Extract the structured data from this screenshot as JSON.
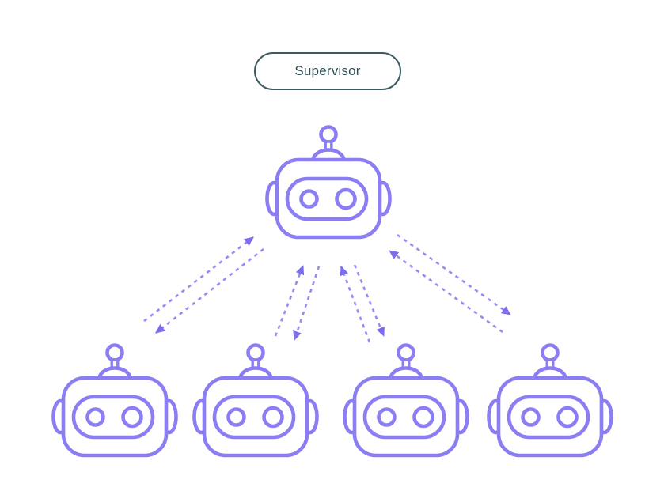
{
  "diagram": {
    "supervisor_label": "Supervisor",
    "nodes": {
      "supervisor": {
        "id": "supervisor",
        "label": "Supervisor",
        "icon": "robot-icon"
      },
      "workers": [
        {
          "id": "worker-1",
          "icon": "robot-icon"
        },
        {
          "id": "worker-2",
          "icon": "robot-icon"
        },
        {
          "id": "worker-3",
          "icon": "robot-icon"
        },
        {
          "id": "worker-4",
          "icon": "robot-icon"
        }
      ]
    },
    "edges": [
      {
        "from": "supervisor",
        "to": "worker-1",
        "style": "dashed",
        "bidirectional": true
      },
      {
        "from": "supervisor",
        "to": "worker-2",
        "style": "dashed",
        "bidirectional": true
      },
      {
        "from": "supervisor",
        "to": "worker-3",
        "style": "dashed",
        "bidirectional": true
      },
      {
        "from": "supervisor",
        "to": "worker-4",
        "style": "dashed",
        "bidirectional": true
      }
    ],
    "colors": {
      "background": "#ffffff",
      "robot_stroke": "#8b7ef2",
      "arrow_stroke": "#988cf4",
      "arrowhead_fill": "#7b6cf0",
      "pill_border": "#3d5a63",
      "pill_text": "#2e4d56"
    }
  }
}
